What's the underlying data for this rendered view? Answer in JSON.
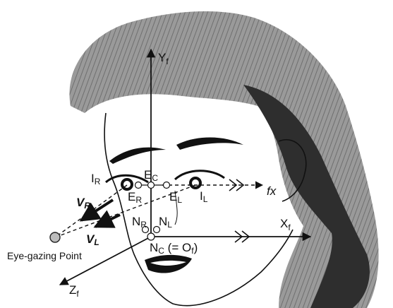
{
  "colors": {
    "ink": "#111111",
    "hair": "#8a8a8a",
    "hair_dark": "#333333",
    "paper": "#ffffff"
  },
  "axes": {
    "yf": {
      "main": "Y",
      "sub": "f"
    },
    "xf": {
      "main": "X",
      "sub": "f"
    },
    "zf": {
      "main": "Z",
      "sub": "f"
    },
    "fx": "fx"
  },
  "points": {
    "ec": {
      "main": "E",
      "sub": "C"
    },
    "er": {
      "main": "E",
      "sub": "R"
    },
    "el": {
      "main": "E",
      "sub": "L"
    },
    "ir": {
      "main": "I",
      "sub": "R"
    },
    "il": {
      "main": "I",
      "sub": "L"
    },
    "nr": {
      "main": "N",
      "sub": "R"
    },
    "nl": {
      "main": "N",
      "sub": "L"
    },
    "nc": {
      "main": "N",
      "sub": "C",
      "suffix": " (= O",
      "suffix_sub": "f",
      "suffix_end": ")"
    }
  },
  "vectors": {
    "vr": {
      "main": "V",
      "sub": "R"
    },
    "vl": {
      "main": "V",
      "sub": "L"
    }
  },
  "gaze_label": "Eye-gazing Point"
}
